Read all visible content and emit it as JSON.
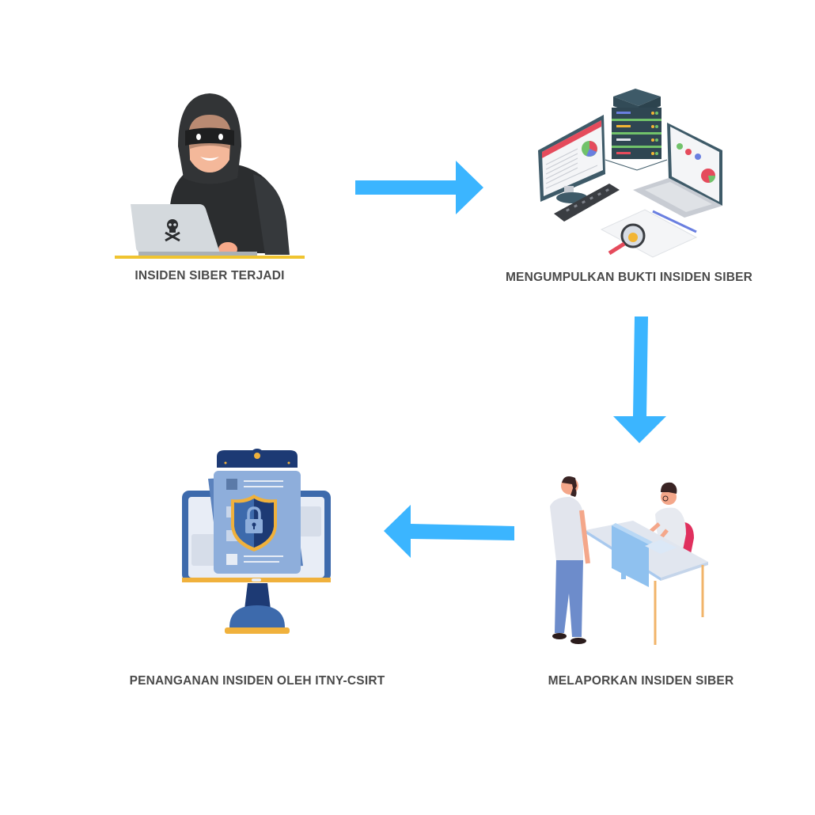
{
  "diagram": {
    "type": "process-flow",
    "colors": {
      "arrow": "#3bb5ff",
      "label_text": "#4a4a4a",
      "background": "#ffffff"
    },
    "steps": [
      {
        "id": "step-1",
        "label": "INSIDEN SIBER TERJADI",
        "illustration": "hacker-with-laptop-icon"
      },
      {
        "id": "step-2",
        "label": "MENGUMPULKAN BUKTI INSIDEN SIBER",
        "illustration": "server-computers-evidence-icon"
      },
      {
        "id": "step-3",
        "label": "MELAPORKAN INSIDEN SIBER",
        "illustration": "people-reporting-at-desk-icon"
      },
      {
        "id": "step-4",
        "label": "PENANGANAN INSIDEN OLEH ITNY-CSIRT",
        "illustration": "security-shield-monitor-icon"
      }
    ],
    "connections": [
      {
        "from": "step-1",
        "to": "step-2",
        "direction": "right"
      },
      {
        "from": "step-2",
        "to": "step-3",
        "direction": "down"
      },
      {
        "from": "step-3",
        "to": "step-4",
        "direction": "left"
      }
    ]
  }
}
